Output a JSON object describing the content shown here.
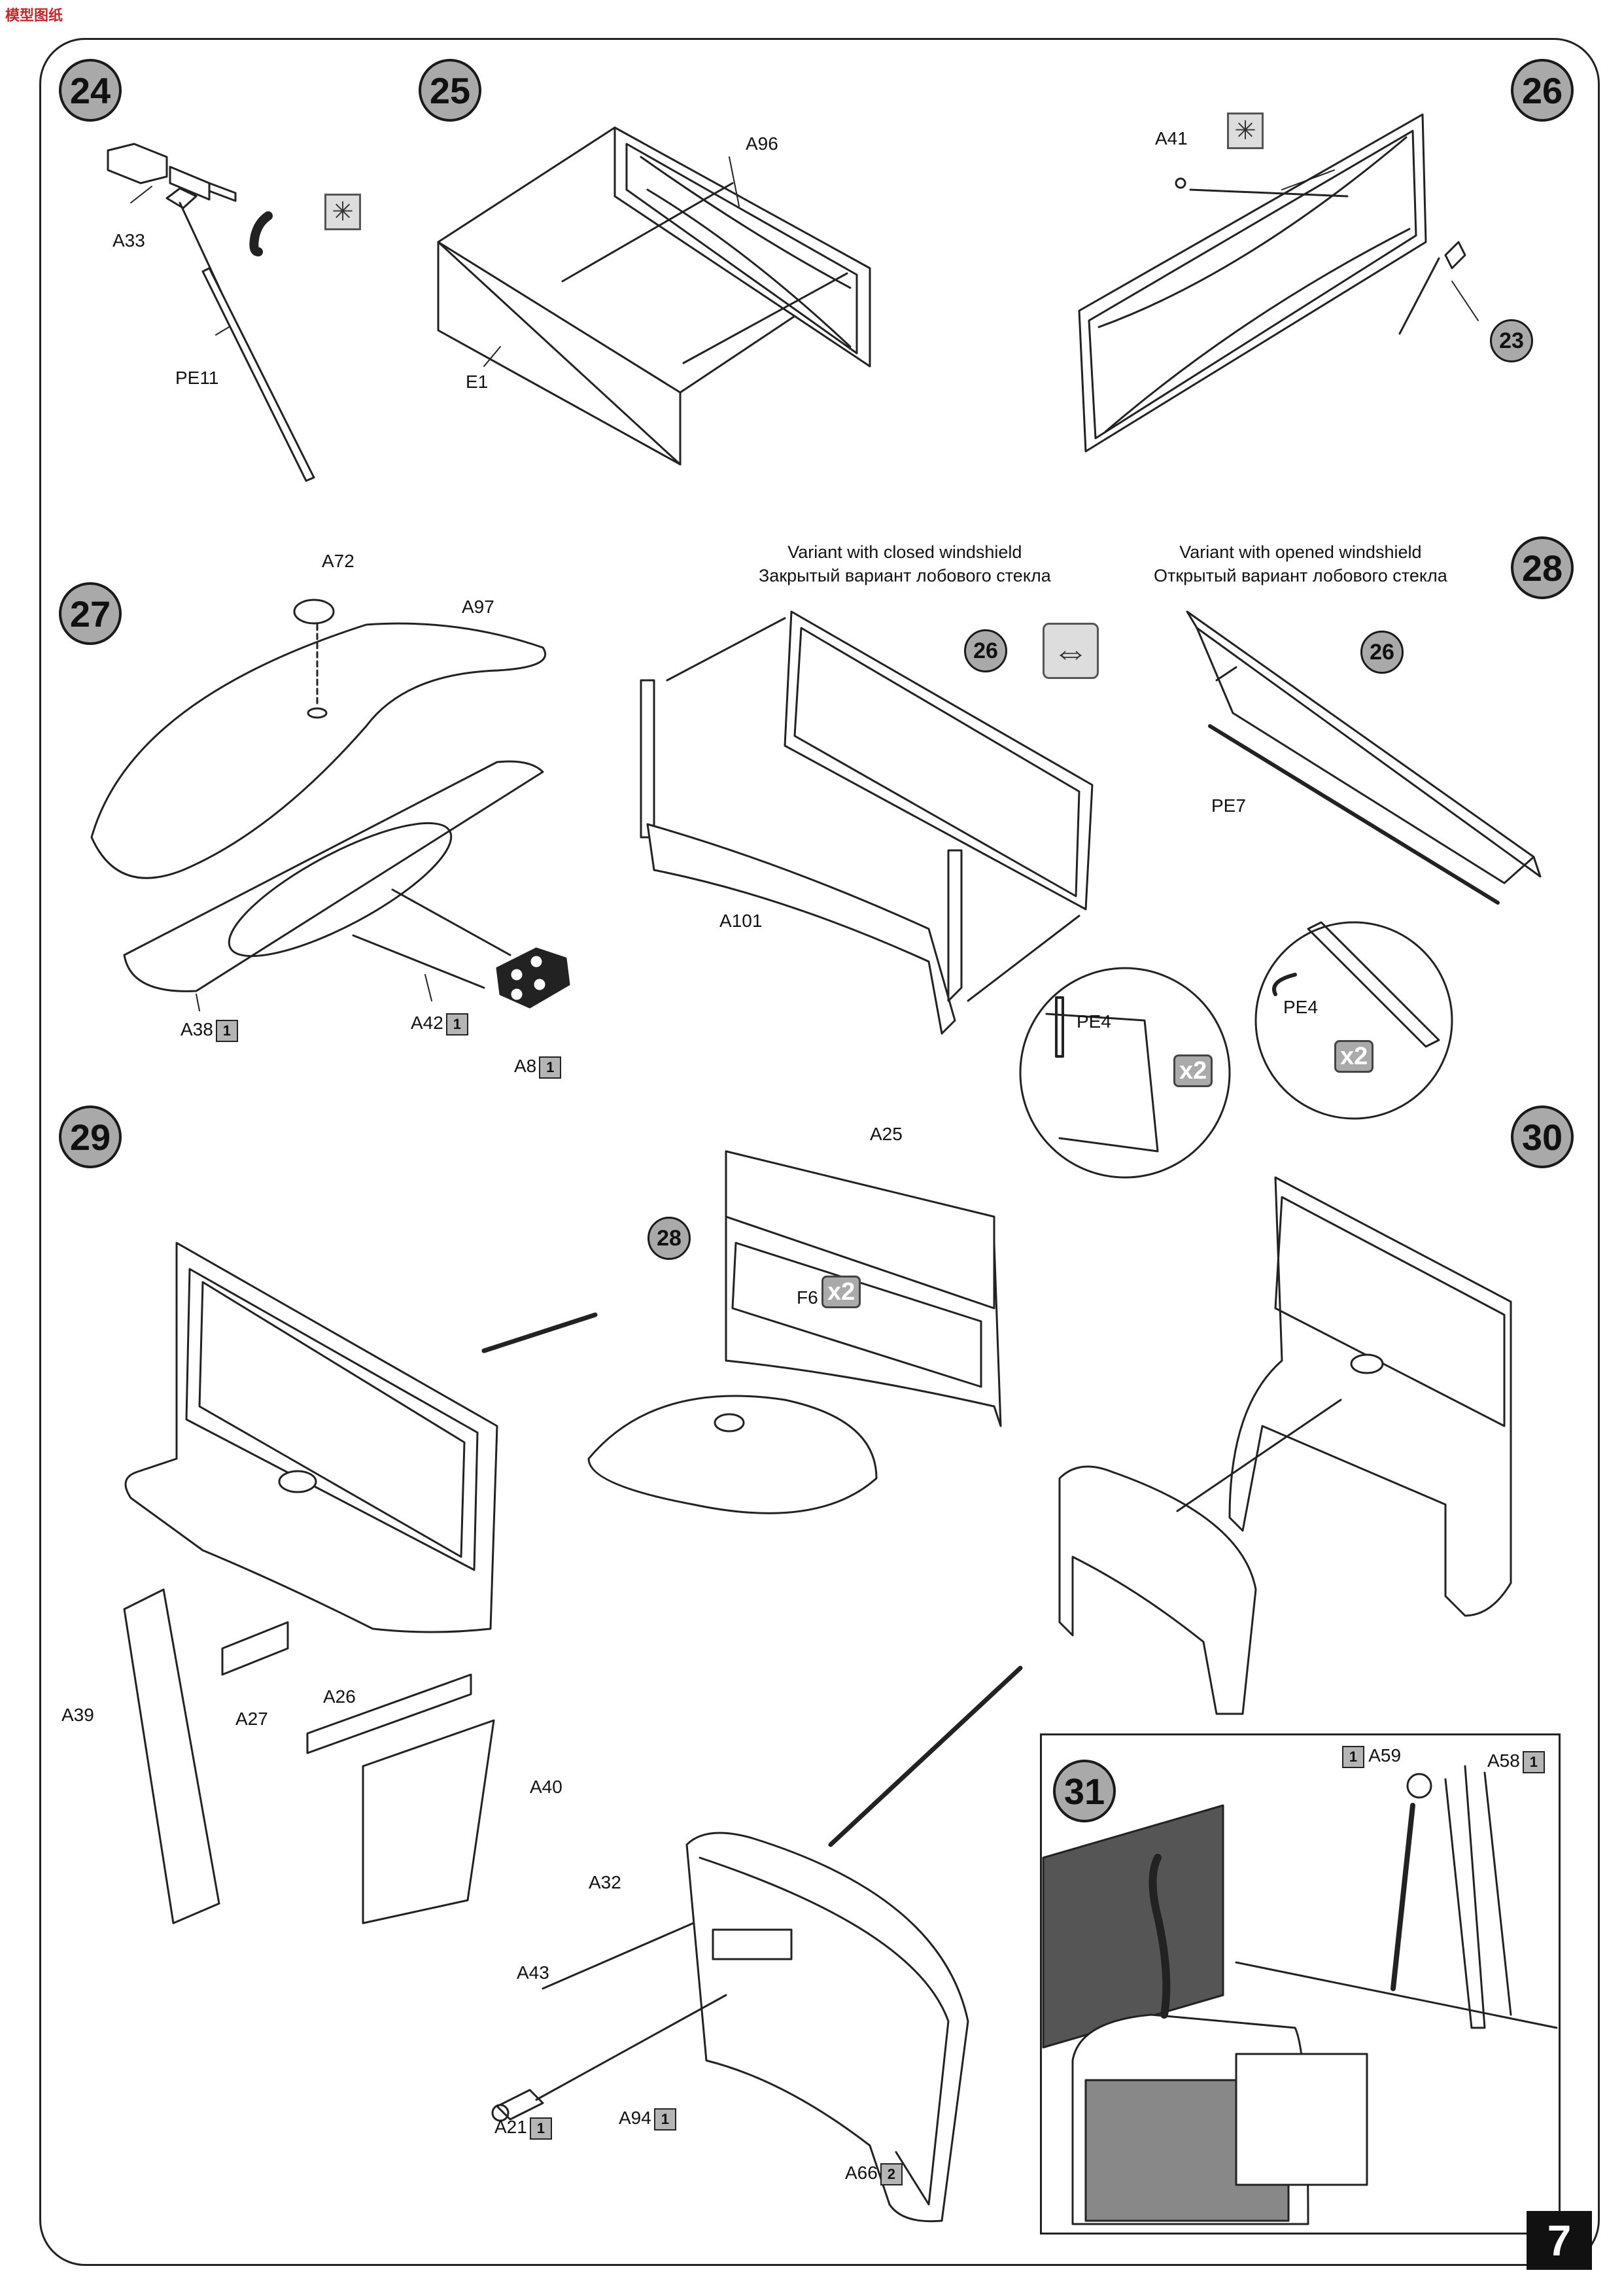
{
  "header": {
    "logo": "模型图纸"
  },
  "page_number": "7",
  "steps": {
    "s24": "24",
    "s25": "25",
    "s26": "26",
    "s27": "27",
    "s28": "28",
    "s29": "29",
    "s30": "30",
    "s31": "31"
  },
  "step24": {
    "a33": "A33",
    "pe11": "PE11"
  },
  "step25": {
    "a96": "A96",
    "e1": "E1"
  },
  "step26": {
    "a41": "A41",
    "ref23": "23"
  },
  "step27": {
    "a72": "A72",
    "a97": "A97",
    "a38": "A38",
    "a38n": "1",
    "a42": "A42",
    "a42n": "1",
    "a8": "A8",
    "a8n": "1"
  },
  "variant_closed": {
    "en": "Variant with closed windshield",
    "ru": "Закрытый вариант лобового стекла"
  },
  "variant_opened": {
    "en": "Variant with opened windshield",
    "ru": "Открытый вариант лобового стекла"
  },
  "step28": {
    "ref26a": "26",
    "ref26b": "26",
    "a101": "A101",
    "pe7": "PE7",
    "pe4a": "PE4",
    "pe4b": "PE4",
    "x2a": "x2",
    "x2b": "x2"
  },
  "step29": {
    "a25": "A25",
    "ref28": "28",
    "f6": "F6",
    "x2": "x2",
    "a39": "A39",
    "a27": "A27",
    "a26": "A26",
    "a40": "A40",
    "a32": "A32",
    "a43": "A43",
    "a21": "A21",
    "a21n": "1",
    "a94": "A94",
    "a94n": "1",
    "a66": "A66",
    "a66n": "2"
  },
  "step31": {
    "a59": "A59",
    "a59n": "1",
    "a58": "A58",
    "a58n": "1"
  }
}
